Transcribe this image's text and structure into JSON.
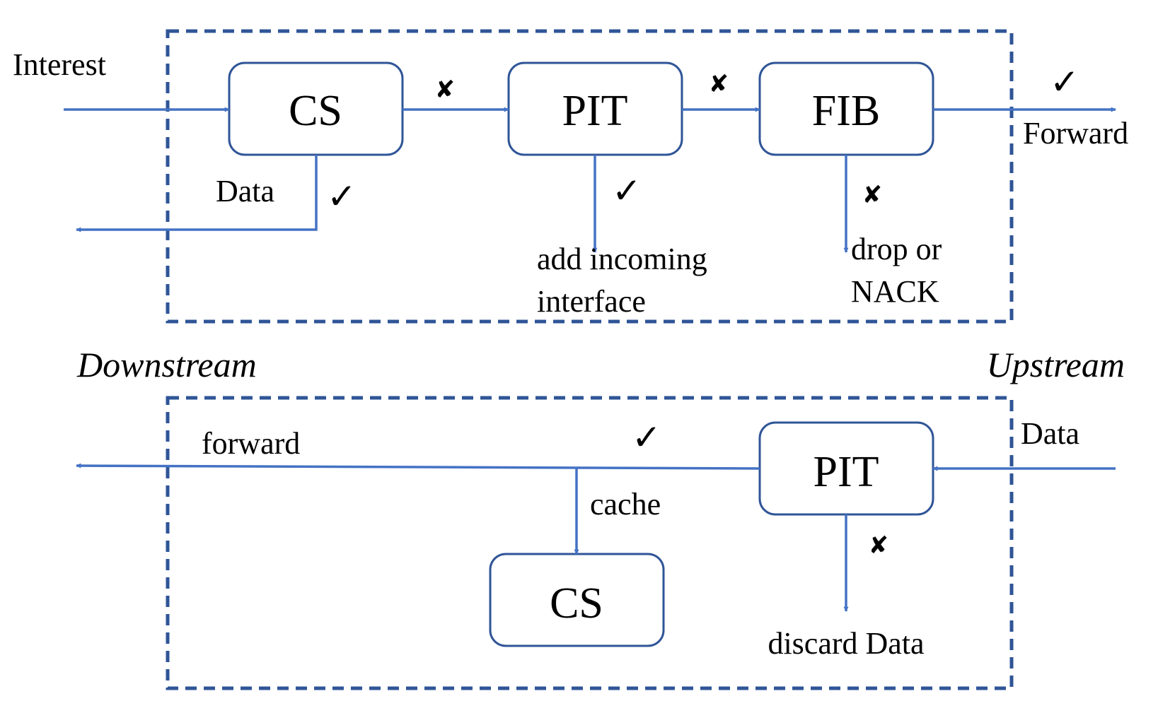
{
  "colors": {
    "line": "#4472C4",
    "frame": "#2F5597",
    "box": "#2F5597",
    "text": "#000000"
  },
  "interest_panel": {
    "input_label": "Interest",
    "cs": "CS",
    "pit": "PIT",
    "fib": "FIB",
    "data_label": "Data",
    "pit_result_line1": "add incoming",
    "pit_result_line2": "interface",
    "fib_fail_line1": "drop or",
    "fib_fail_line2": "NACK",
    "output_label": "Forward"
  },
  "directions": {
    "left": "Downstream",
    "right": "Upstream"
  },
  "data_panel": {
    "input_label": "Data",
    "pit": "PIT",
    "forward_label": "forward",
    "cache_label": "cache",
    "cs": "CS",
    "discard_label": "discard Data"
  },
  "marks": {
    "check": "✓",
    "cross": "✘"
  }
}
